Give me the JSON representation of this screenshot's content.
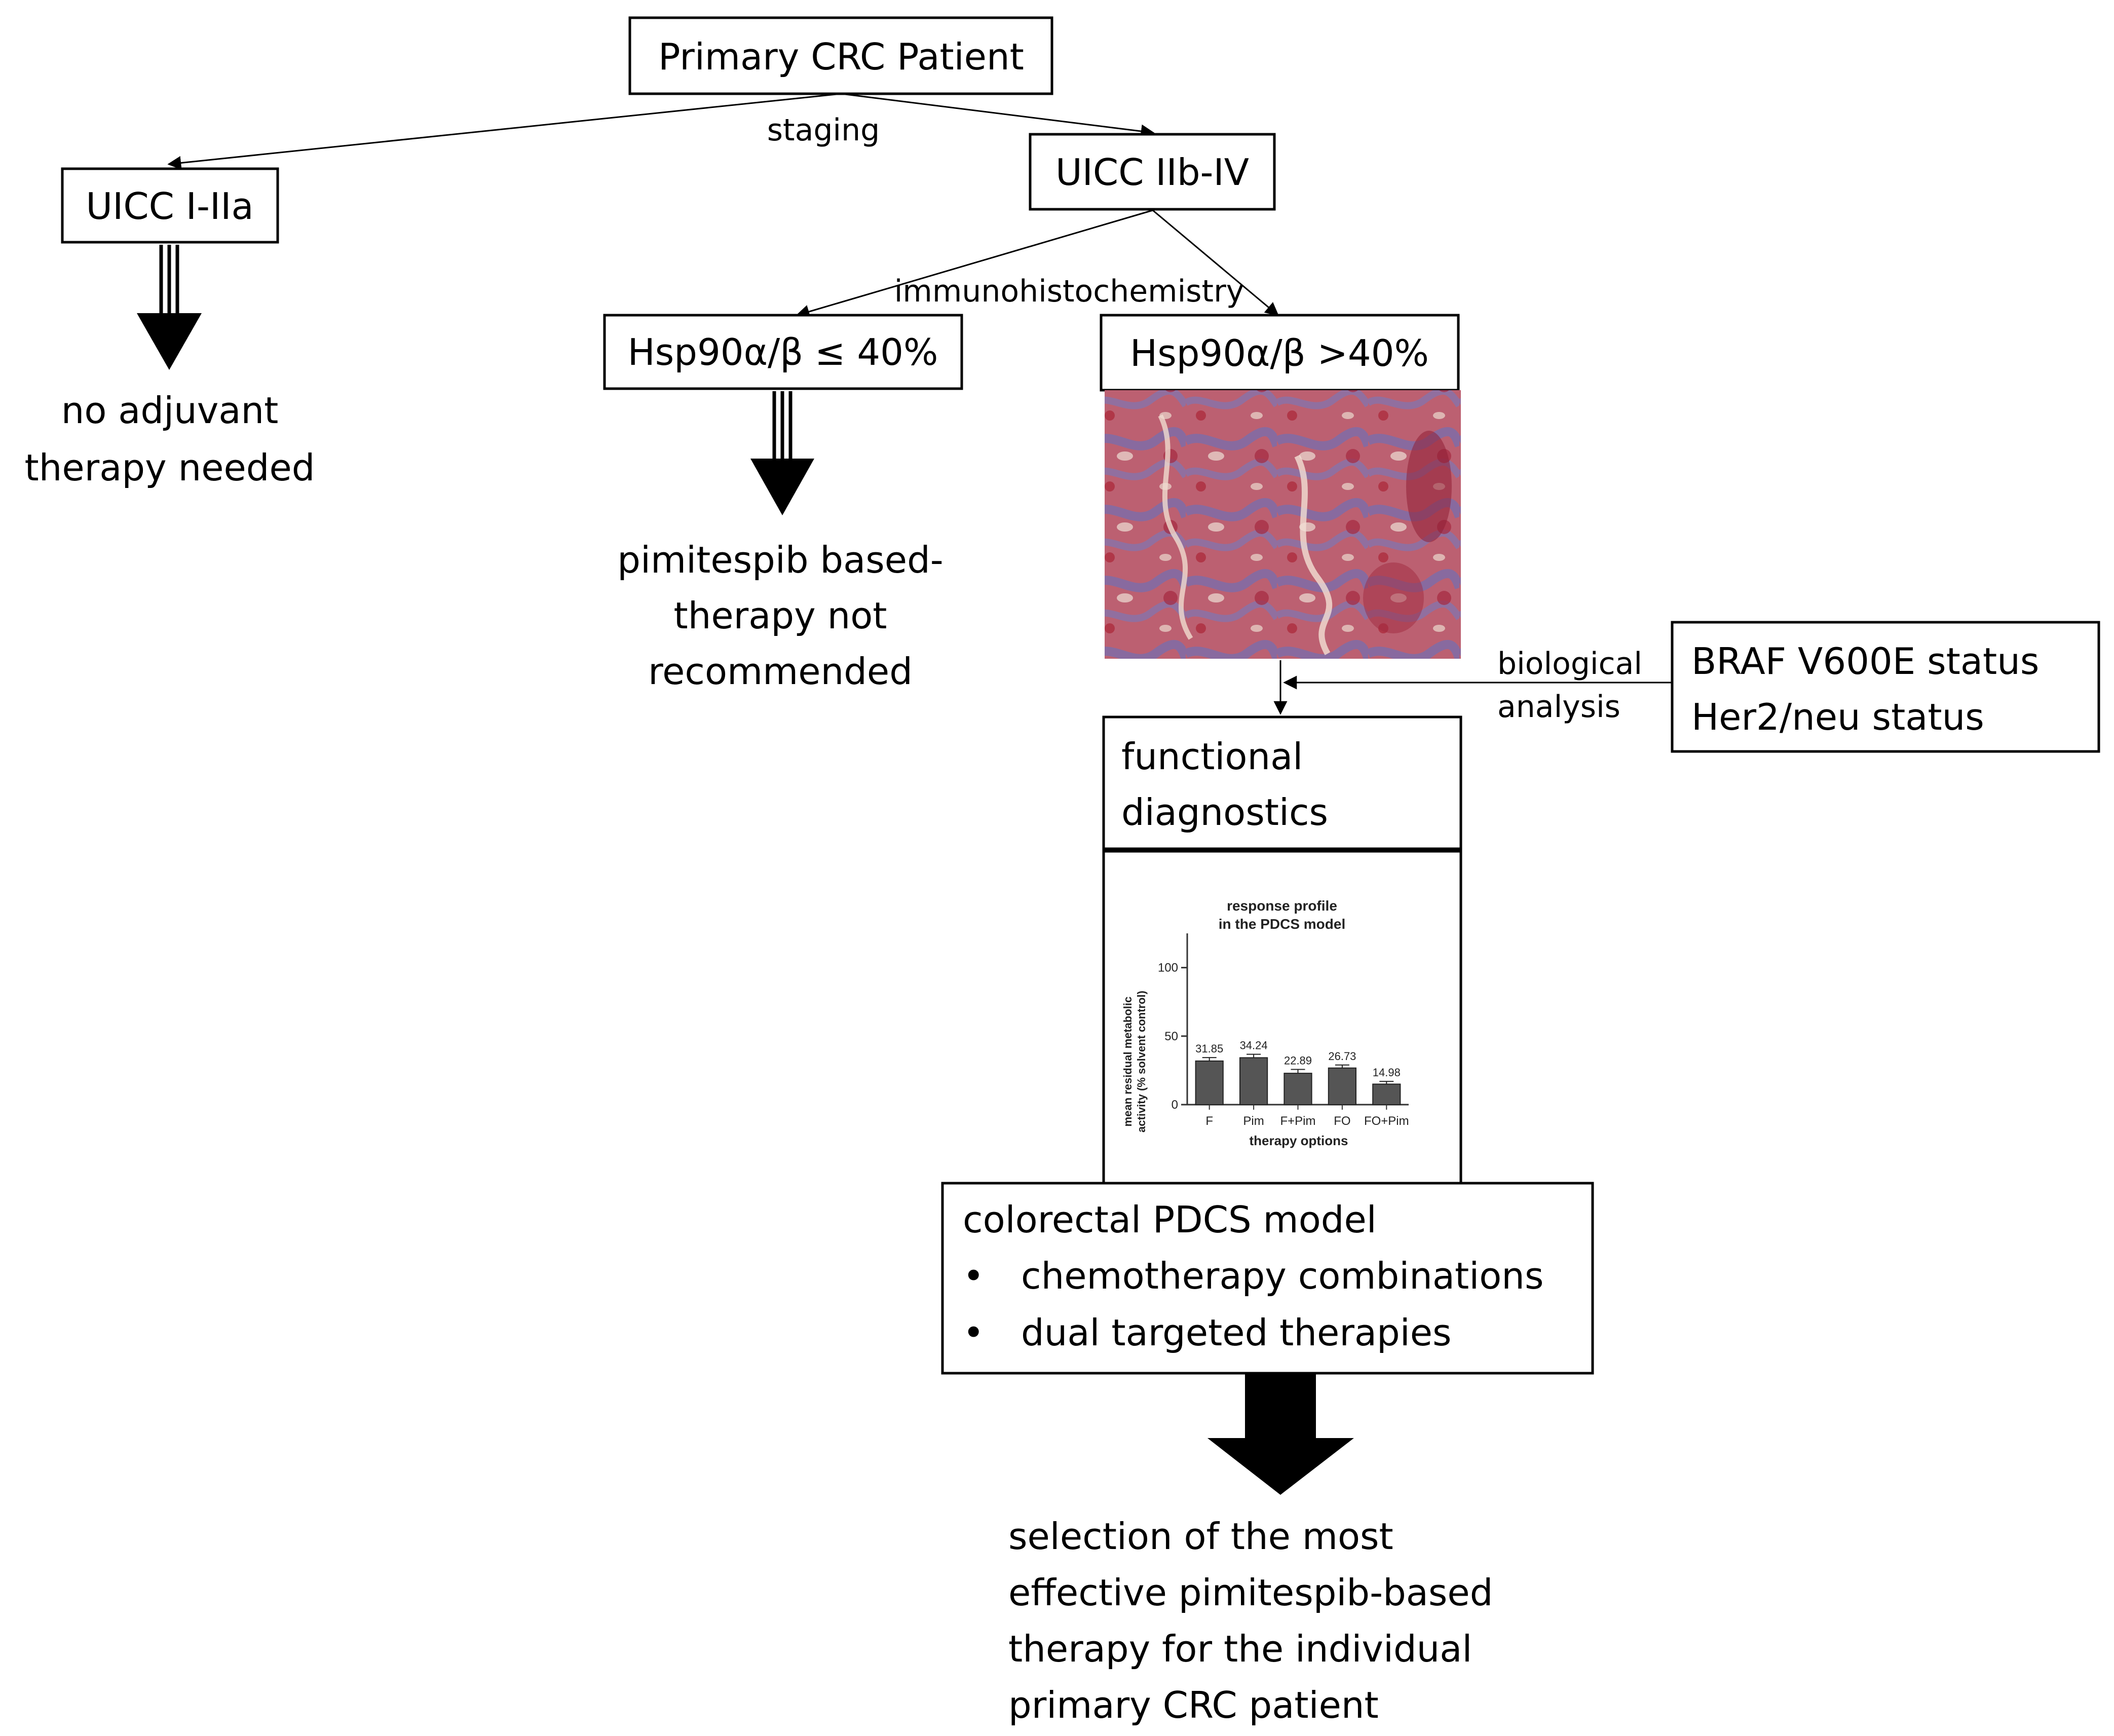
{
  "nodes": {
    "root": "Primary CRC Patient",
    "uicc_low": "UICC I-IIa",
    "uicc_high": "UICC IIb-IV",
    "hsp_low": "Hsp90α/β ≤ 40%",
    "hsp_high": "Hsp90α/β >40%",
    "braf": [
      "BRAF V600E status",
      "Her2/neu status"
    ],
    "functional": [
      "functional",
      "diagnostics"
    ],
    "pdcs": {
      "title": "colorectal PDCS model",
      "bullets": [
        "chemotherapy combinations",
        "dual targeted therapies"
      ]
    }
  },
  "edge_labels": {
    "staging": "staging",
    "ihc": "immunohistochemistry",
    "bio": [
      "biological",
      "analysis"
    ]
  },
  "outcomes": {
    "no_adjuvant": [
      "no adjuvant",
      "therapy needed"
    ],
    "not_recommended": [
      "pimitespib based-",
      "therapy not",
      "recommended"
    ],
    "selection": [
      "selection of the most",
      "effective pimitespib-based",
      "therapy for the individual",
      "primary CRC patient"
    ]
  },
  "chart_data": {
    "type": "bar",
    "title": "response profile\nin the PDCS model",
    "title_lines": [
      "response profile",
      "in the PDCS model"
    ],
    "xlabel": "therapy options",
    "ylabel": "mean residual metabolic activity (% solvent control)",
    "ylabel_lines": [
      "mean residual metabolic",
      "activity (% solvent control)"
    ],
    "categories": [
      "F",
      "Pim",
      "F+Pim",
      "FO",
      "FO+Pim"
    ],
    "values": [
      31.85,
      34.24,
      22.89,
      26.73,
      14.98
    ],
    "value_labels": [
      "31.85",
      "34.24",
      "22.89",
      "26.73",
      "14.98"
    ],
    "errors": [
      2.5,
      2.5,
      2.8,
      2.2,
      2.0
    ],
    "ylim": [
      0,
      125
    ],
    "yticks": [
      0,
      50,
      100
    ],
    "bar_color": "#555555"
  }
}
